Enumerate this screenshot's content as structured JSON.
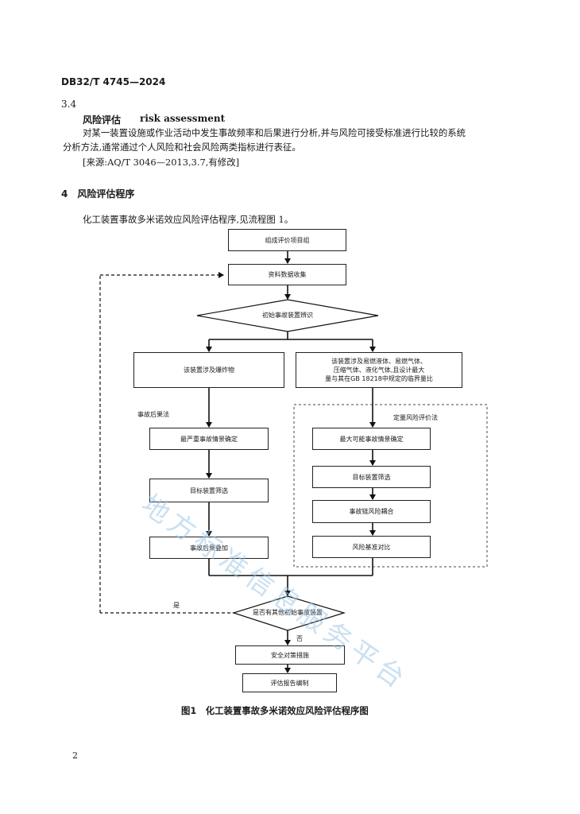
{
  "header": {
    "standard_no": "DB32/T 4745—2024"
  },
  "section_3_4": {
    "number": "3.4",
    "term_zh": "风险评估",
    "term_en": "risk assessment",
    "def_line1": "对某一装置设施或作业活动中发生事故频率和后果进行分析,并与风险可接受标准进行比较的系统",
    "def_line2": "分析方法,通常通过个人风险和社会风险两类指标进行表征。",
    "source": "[来源:AQ/T 3046—2013,3.7,有修改]"
  },
  "section_4": {
    "heading": "4　风险评估程序",
    "intro": "化工装置事故多米诺效应风险评估程序,见流程图 1。"
  },
  "flowchart": {
    "form_group": "组成评价项目组",
    "collect_data": "资料数据收集",
    "identify_initial": "初始事故装置辨识",
    "explosive": "该装置涉及爆炸物",
    "flammable_l1": "该装置涉及易燃液体、易燃气体、",
    "flammable_l2": "压缩气体、液化气体,且设计最大",
    "flammable_l3": "量与其在GB 18218中规定的临界量比",
    "consequence_method": "事故后果法",
    "quant_risk_method": "定量风险评价法",
    "worst_scenario": "最严重事故情景确定",
    "max_scenario": "最大可能事故情景确定",
    "target_screen_left": "目标装置筛选",
    "target_screen_right": "目标装置筛选",
    "accident_chain": "事故链风险耦合",
    "consequence_overlay": "事故后果叠加",
    "risk_compare": "风险基准对比",
    "other_initial": "是否有其他初始事故装置",
    "yes": "是",
    "no": "否",
    "safety_measures": "安全对策措施",
    "report": "评估报告编制"
  },
  "figure_caption": "图1　化工装置事故多米诺效应风险评估程序图",
  "watermark": "地方标准信息服务平台",
  "page_number": "2"
}
